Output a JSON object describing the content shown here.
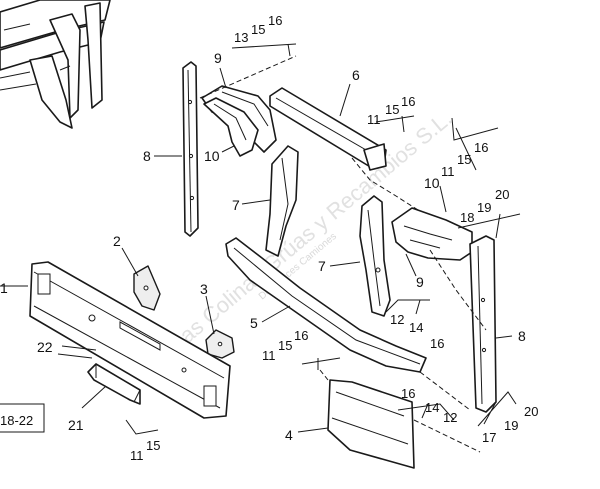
{
  "watermark": {
    "main": "Las Colinas Grúas y Recambios S.L.",
    "overlay": "Desguaces Camiones"
  },
  "callouts": {
    "c1": "1",
    "c2": "2",
    "c3": "3",
    "c4": "4",
    "c5": "5",
    "c6": "6",
    "c7a": "7",
    "c7b": "7",
    "c8a": "8",
    "c8b": "8",
    "c9a": "9",
    "c9b": "9",
    "c10a": "10",
    "c10b": "10",
    "c21": "21",
    "c22": "22"
  },
  "refs": {
    "r13_15_16": [
      "13",
      "15",
      "16"
    ],
    "r11_15_16_top": [
      "11",
      "15",
      "16"
    ],
    "r11_15_16_right": [
      "11",
      "15",
      "16"
    ],
    "r18_19_20": [
      "18",
      "19",
      "20"
    ],
    "r12_14": [
      "12",
      "14"
    ],
    "r16": "16",
    "r11_15_16_mid": [
      "11",
      "15",
      "16"
    ],
    "r16_14_12": [
      "16",
      "14",
      "12"
    ],
    "r17_19_20": [
      "17",
      "19",
      "20"
    ],
    "r11_15_bottom": [
      "11",
      "15"
    ],
    "r18_22": "18-22"
  }
}
